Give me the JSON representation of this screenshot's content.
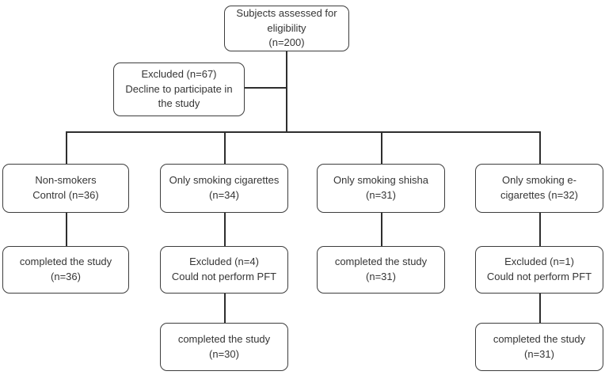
{
  "diagram_type": "study-flowchart",
  "colors": {
    "background": "#ffffff",
    "box_border": "#3d3d3d",
    "box_fill": "#ffffff",
    "line": "#2e2e2e",
    "text": "#353535"
  },
  "nodes": {
    "assessed": {
      "text": "Subjects assessed for\neligibility\n(n=200)"
    },
    "excluded_declined": {
      "text": "Excluded (n=67)\nDecline to participate in\nthe study"
    },
    "arm_nonsmokers": {
      "text": "Non-smokers\nControl (n=36)"
    },
    "arm_cigarettes": {
      "text": "Only smoking cigarettes\n(n=34)"
    },
    "arm_shisha": {
      "text": "Only smoking shisha\n(n=31)"
    },
    "arm_ecigarettes": {
      "text": "Only smoking e-\ncigarettes (n=32)"
    },
    "completed_nonsmokers": {
      "text": "completed the study\n(n=36)"
    },
    "excluded_pft_cigarettes": {
      "text": "Excluded (n=4)\nCould not perform PFT"
    },
    "completed_shisha": {
      "text": "completed the study\n(n=31)"
    },
    "excluded_pft_ecigarettes": {
      "text": "Excluded (n=1)\nCould not perform PFT"
    },
    "completed_cigarettes": {
      "text": "completed the study\n(n=30)"
    },
    "completed_ecigarettes": {
      "text": "completed the study\n(n=31)"
    }
  }
}
